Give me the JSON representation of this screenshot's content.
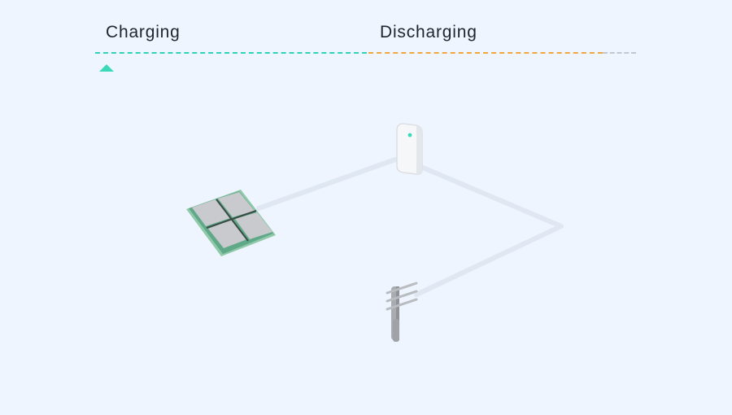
{
  "phases": {
    "charging": {
      "label": "Charging",
      "color": "#2fd3b7"
    },
    "discharging": {
      "label": "Discharging",
      "color": "#f2a73c"
    },
    "idle_color": "#c3c8d0"
  },
  "marker": {
    "active_phase": "charging",
    "color": "#3ad9b8"
  },
  "scene": {
    "background": "#eef5fe",
    "wire_color": "#dfe7f3",
    "devices": [
      {
        "name": "solar-panel",
        "icon": "solar-panel-icon"
      },
      {
        "name": "battery",
        "icon": "battery-icon"
      },
      {
        "name": "power-pole",
        "icon": "utility-pole-icon"
      }
    ]
  }
}
